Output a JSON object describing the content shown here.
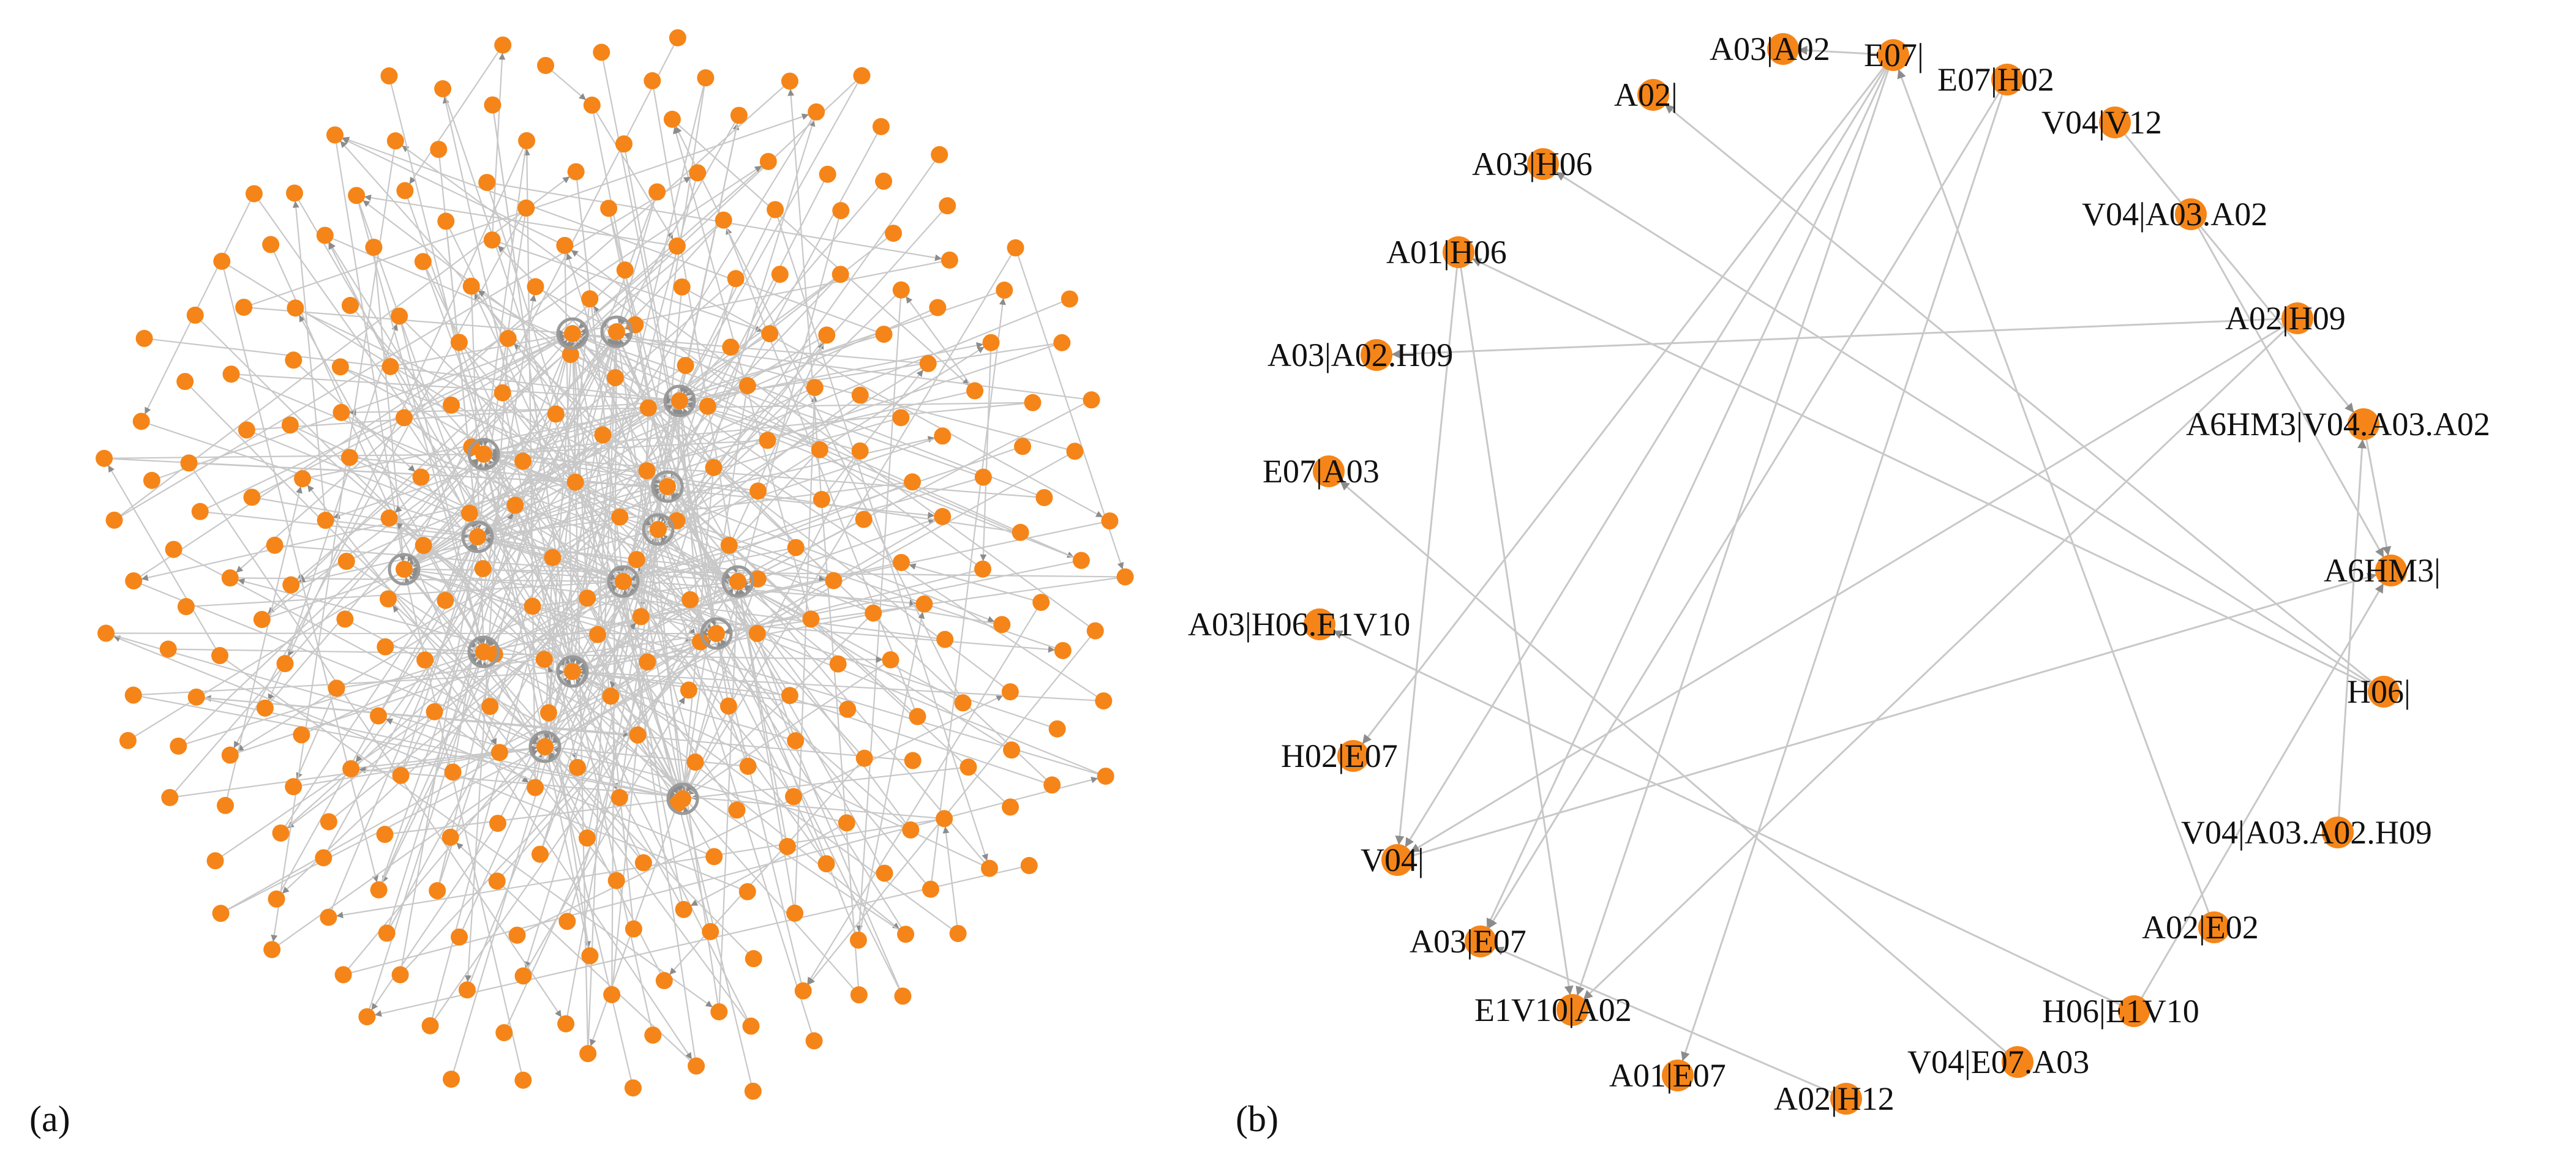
{
  "colors": {
    "node": "#f58518",
    "edge": "#c8c8c8",
    "arrow": "#8c8c8c",
    "text": "#111111",
    "hub_ring": "#9a9a9a"
  },
  "panel_a": {
    "tag": "(a)",
    "node_count_estimate": 300
  },
  "panel_b": {
    "tag": "(b)",
    "nodes": [
      {
        "id": "A03|A02",
        "label": "A03|A02"
      },
      {
        "id": "E07|",
        "label": "E07|"
      },
      {
        "id": "E07|H02",
        "label": "E07|H02"
      },
      {
        "id": "V04|V12",
        "label": "V04|V12"
      },
      {
        "id": "V04|A03.A02",
        "label": "V04|A03.A02"
      },
      {
        "id": "A02|H09",
        "label": "A02|H09"
      },
      {
        "id": "A6HM3|V04.A03.A02",
        "label": "A6HM3|V04.A03.A02"
      },
      {
        "id": "A6HM3|",
        "label": "A6HM3|"
      },
      {
        "id": "H06|",
        "label": "H06|"
      },
      {
        "id": "V04|A03.A02.H09",
        "label": "V04|A03.A02.H09"
      },
      {
        "id": "A02|E02",
        "label": "A02|E02"
      },
      {
        "id": "H06|E1V10",
        "label": "H06|E1V10"
      },
      {
        "id": "V04|E07.A03",
        "label": "V04|E07.A03"
      },
      {
        "id": "A02|H12",
        "label": "A02|H12"
      },
      {
        "id": "A01|E07",
        "label": "A01|E07"
      },
      {
        "id": "E1V10|A02",
        "label": "E1V10|A02"
      },
      {
        "id": "A03|E07",
        "label": "A03|E07"
      },
      {
        "id": "V04|",
        "label": "V04|"
      },
      {
        "id": "H02|E07",
        "label": "H02|E07"
      },
      {
        "id": "A03|H06.E1V10",
        "label": "A03|H06.E1V10"
      },
      {
        "id": "E07|A03",
        "label": "E07|A03"
      },
      {
        "id": "A03|A02.H09",
        "label": "A03|A02.H09"
      },
      {
        "id": "A01|H06",
        "label": "A01|H06"
      },
      {
        "id": "A03|H06",
        "label": "A03|H06"
      },
      {
        "id": "A02|",
        "label": "A02|"
      }
    ],
    "edges": [
      [
        "E07|",
        "V04|"
      ],
      [
        "E07|",
        "A03|E07"
      ],
      [
        "E07|",
        "E1V10|A02"
      ],
      [
        "E07|",
        "H02|E07"
      ],
      [
        "E07|",
        "A03|A02"
      ],
      [
        "E07|H02",
        "A01|E07"
      ],
      [
        "E07|H02",
        "A03|E07"
      ],
      [
        "A02|H09",
        "A03|A02.H09"
      ],
      [
        "A02|H09",
        "V04|"
      ],
      [
        "A02|H09",
        "E1V10|A02"
      ],
      [
        "V04|V12",
        "A6HM3|V04.A03.A02"
      ],
      [
        "V04|A03.A02",
        "A6HM3|"
      ],
      [
        "H06|",
        "A01|H06"
      ],
      [
        "H06|",
        "A02|"
      ],
      [
        "H06|",
        "A03|H06"
      ],
      [
        "V04|",
        "A6HM3|"
      ],
      [
        "V04|A03.A02.H09",
        "A6HM3|V04.A03.A02"
      ],
      [
        "A02|E02",
        "E07|"
      ],
      [
        "H06|E1V10",
        "A03|H06.E1V10"
      ],
      [
        "H06|E1V10",
        "A6HM3|"
      ],
      [
        "V04|E07.A03",
        "E07|A03"
      ],
      [
        "A02|H12",
        "A03|E07"
      ],
      [
        "A01|H06",
        "V04|"
      ],
      [
        "A01|H06",
        "E1V10|A02"
      ],
      [
        "A6HM3|V04.A03.A02",
        "A6HM3|"
      ]
    ]
  }
}
